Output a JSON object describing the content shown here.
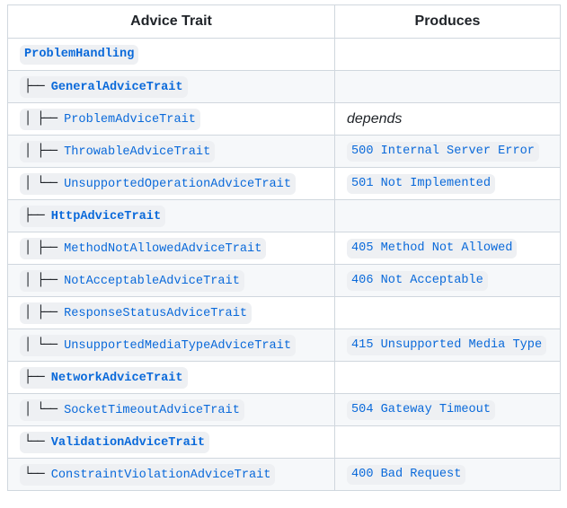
{
  "header": {
    "col1": "Advice Trait",
    "col2": "Produces"
  },
  "rows": [
    {
      "prefix": "",
      "name": "ProblemHandling",
      "bold": true,
      "produces": ""
    },
    {
      "prefix": "├──",
      "name": "GeneralAdviceTrait",
      "bold": true,
      "produces": ""
    },
    {
      "prefix": "│   ├──",
      "name": "ProblemAdviceTrait",
      "bold": false,
      "produces": "depends",
      "produces_italic": true
    },
    {
      "prefix": "│   ├──",
      "name": "ThrowableAdviceTrait",
      "bold": false,
      "produces": "500 Internal Server Error"
    },
    {
      "prefix": "│   └──",
      "name": "UnsupportedOperationAdviceTrait",
      "bold": false,
      "produces": "501 Not Implemented"
    },
    {
      "prefix": "├──",
      "name": "HttpAdviceTrait",
      "bold": true,
      "produces": ""
    },
    {
      "prefix": "│   ├──",
      "name": "MethodNotAllowedAdviceTrait",
      "bold": false,
      "produces": "405 Method Not Allowed"
    },
    {
      "prefix": "│   ├──",
      "name": "NotAcceptableAdviceTrait",
      "bold": false,
      "produces": "406 Not Acceptable"
    },
    {
      "prefix": "│   ├──",
      "name": "ResponseStatusAdviceTrait",
      "bold": false,
      "produces": ""
    },
    {
      "prefix": "│   └──",
      "name": "UnsupportedMediaTypeAdviceTrait",
      "bold": false,
      "produces": "415 Unsupported Media Type"
    },
    {
      "prefix": "├──",
      "name": "NetworkAdviceTrait",
      "bold": true,
      "produces": ""
    },
    {
      "prefix": "│   └──",
      "name": "SocketTimeoutAdviceTrait",
      "bold": false,
      "produces": "504 Gateway Timeout"
    },
    {
      "prefix": "└──",
      "name": "ValidationAdviceTrait",
      "bold": true,
      "produces": ""
    },
    {
      "prefix": "    └──",
      "name": "ConstraintViolationAdviceTrait",
      "bold": false,
      "produces": "400 Bad Request"
    }
  ]
}
